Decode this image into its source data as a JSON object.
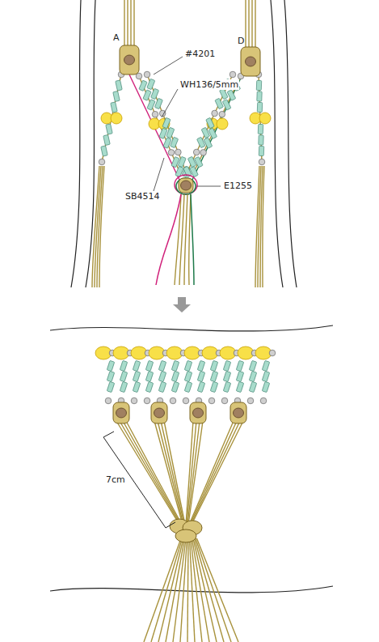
{
  "diagram": {
    "labels": [
      "A",
      "D",
      "#4201",
      "WH136/5mm",
      "SB4514",
      "E1255",
      "7cm"
    ]
  }
}
